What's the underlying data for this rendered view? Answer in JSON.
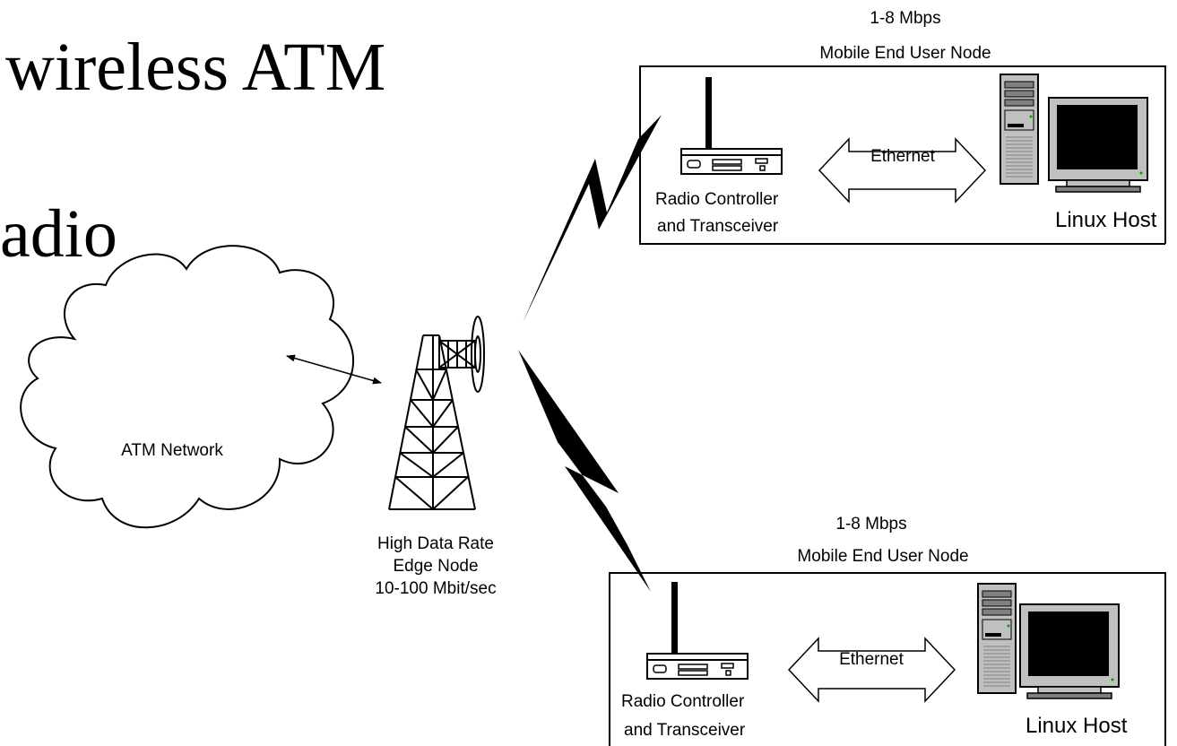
{
  "slide": {
    "title_line1": "wireless ATM",
    "title_line2": "adio"
  },
  "network": {
    "cloud_label": "ATM Network"
  },
  "edge_node": {
    "line1": "High Data Rate",
    "line2": "Edge Node",
    "line3": "10-100 Mbit/sec"
  },
  "node_top": {
    "speed": "1-8 Mbps",
    "title": "Mobile End User Node",
    "link_label": "Ethernet",
    "radio_line1": "Radio Controller",
    "radio_line2": "and Transceiver",
    "host_label": "Linux Host"
  },
  "node_bottom": {
    "speed": "1-8 Mbps",
    "title": "Mobile End User Node",
    "link_label": "Ethernet",
    "radio_line1": "Radio Controller",
    "radio_line2": "and Transceiver",
    "host_label": "Linux Host"
  },
  "colors": {
    "stroke": "#000000",
    "equipment_fill": "#c0c0c0",
    "screen_fill": "#000000",
    "background": "#ffffff"
  }
}
